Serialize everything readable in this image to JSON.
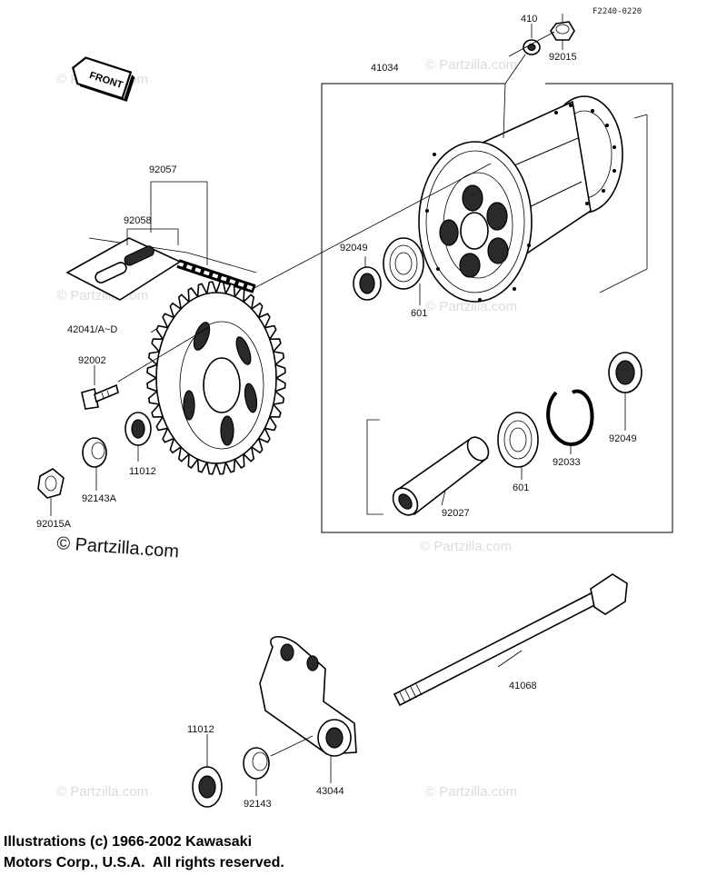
{
  "diagram_code": "F2240-0220",
  "front_label": "FRONT",
  "watermark": "© Partzilla.com",
  "copyright": {
    "line1": "Illustrations (c) 1966-2002 Kawasaki",
    "line2": "Motors Corp., U.S.A.  All rights reserved."
  },
  "part_labels": {
    "p410": "410",
    "p92015": "92015",
    "p41034": "41034",
    "p92057": "92057",
    "p92058": "92058",
    "p42041": "42041/A~D",
    "p92049_top": "92049",
    "p601_top": "601",
    "p92002": "92002",
    "p11012_a": "11012",
    "p92143A": "92143A",
    "p92015A": "92015A",
    "p92049_right": "92049",
    "p92033": "92033",
    "p601_mid": "601",
    "p92027": "92027",
    "p41068": "41068",
    "p11012_b": "11012",
    "p43044": "43044",
    "p92143": "92143"
  }
}
